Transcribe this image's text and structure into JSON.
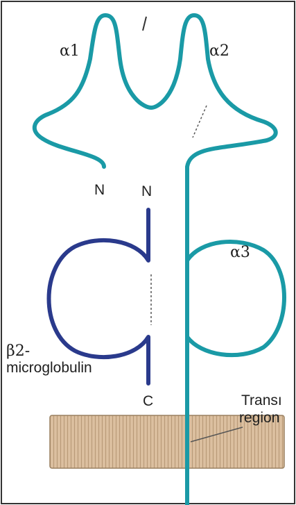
{
  "labels": {
    "alpha1": "α1",
    "alpha2": "α2",
    "alpha3": "α3",
    "alpha_chain_n": "N",
    "beta_n": "N",
    "beta_c": "C",
    "beta2_line1": "β2-",
    "beta2_line2": "microglobulin",
    "tm_line1": "Transı",
    "tm_line2": "region"
  },
  "colors": {
    "alpha_chain": "#1a9aa6",
    "beta2_microglobulin": "#2a3a8c",
    "membrane_fill": "#dcc0a0",
    "membrane_stripes": "#b99a78",
    "border": "#333333"
  }
}
